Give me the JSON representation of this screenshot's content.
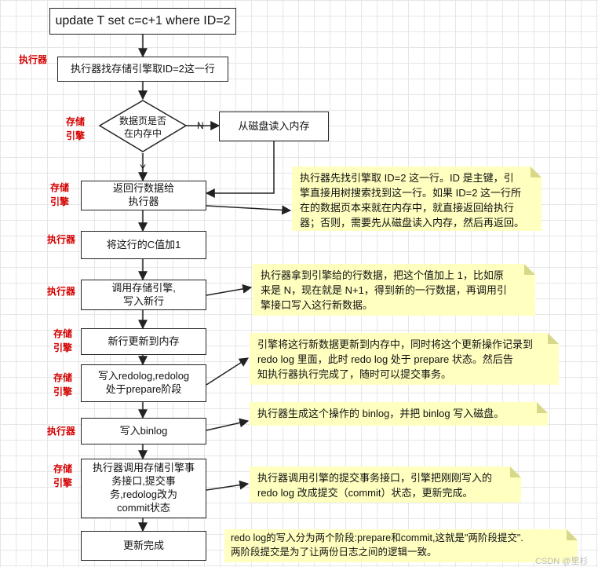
{
  "flow": {
    "start": "update T set c=c+1 where ID=2",
    "step_find": "执行器找存储引擎取ID=2这一行",
    "decision": [
      "数据页是否",
      "在内存中"
    ],
    "decision_no": "N",
    "decision_yes": "Y",
    "read_disk": "从磁盘读入内存",
    "return_row": [
      "返回行数据给",
      "执行器"
    ],
    "add_one": "将这行的C值加1",
    "call_engine": [
      "调用存储引擎,",
      "写入新行"
    ],
    "update_memory": "新行更新到内存",
    "write_redolog": [
      "写入redolog,redolog",
      "处于prepare阶段"
    ],
    "write_binlog": "写入binlog",
    "commit": [
      "执行器调用存储引擎事",
      "务接口,提交事",
      "务,redolog改为",
      "commit状态"
    ],
    "done": "更新完成"
  },
  "lanes": {
    "executor": "执行器",
    "engine": [
      "存储",
      "引擎"
    ]
  },
  "notes": {
    "n1": [
      "执行器先找引擎取 ID=2 这一行。ID 是主键，引",
      "擎直接用树搜索找到这一行。如果 ID=2 这一行所",
      "在的数据页本来就在内存中，就直接返回给执行",
      "器；否则，需要先从磁盘读入内存，然后再返回。"
    ],
    "n2": [
      "执行器拿到引擎给的行数据，把这个值加上 1，比如原",
      "来是 N，现在就是 N+1，得到新的一行数据，再调用引",
      "擎接口写入这行新数据。"
    ],
    "n3": [
      "引擎将这行新数据更新到内存中，同时将这个更新操作记录到",
      "redo log 里面，此时 redo log 处于 prepare 状态。然后告",
      "知执行器执行完成了，随时可以提交事务。"
    ],
    "n4": "执行器生成这个操作的 binlog，并把 binlog 写入磁盘。",
    "n5": [
      "执行器调用引擎的提交事务接口，引擎把刚刚写入的",
      "redo log 改成提交（commit）状态，更新完成。"
    ],
    "n6": [
      "redo log的写入分为两个阶段:prepare和commit,这就是\"两阶段提交\".",
      "两阶段提交是为了让两份日志之间的逻辑一致。"
    ]
  },
  "watermark": "CSDN @里杉",
  "colors": {
    "lane_label": "#d40000",
    "note_bg": "#ffffc0",
    "grid": "#e6e6e6"
  }
}
